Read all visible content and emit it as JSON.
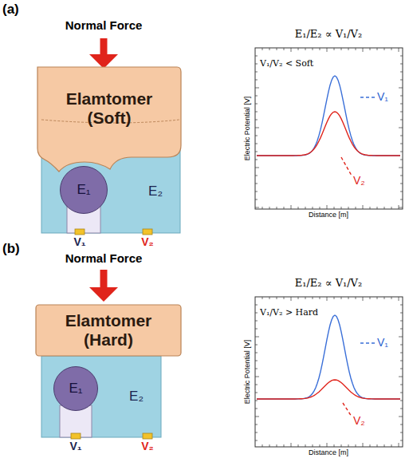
{
  "diagram": {
    "nodes": [
      {
        "text": [
          "Elamtomer (Soft)"
        ]
      },
      {
        "text": [
          "E₂"
        ]
      },
      {
        "text": [
          "E₁"
        ],
        "in": 1
      },
      {
        "text": [
          "Elamtomer (Hard)"
        ]
      },
      {
        "text": [
          "E₂"
        ]
      },
      {
        "text": [
          "E₁"
        ],
        "in": 4
      }
    ],
    "labels": [
      "(a)",
      "Normal Force",
      "E₁/E₂ ∝ V₁/V₂",
      "V₁/V₂ < Soft",
      "V₁",
      "V₂",
      "Electric Potential [V]",
      "Distance [m]",
      "V₁",
      "V₂",
      "(b)",
      "Normal Force",
      "E₁/E₂ ∝ V₁/V₂",
      "V₁/V₂ > Hard",
      "V₁",
      "V₂",
      "Electric Potential [V]",
      "Distance [m]",
      "V₁",
      "V₂"
    ]
  }
}
